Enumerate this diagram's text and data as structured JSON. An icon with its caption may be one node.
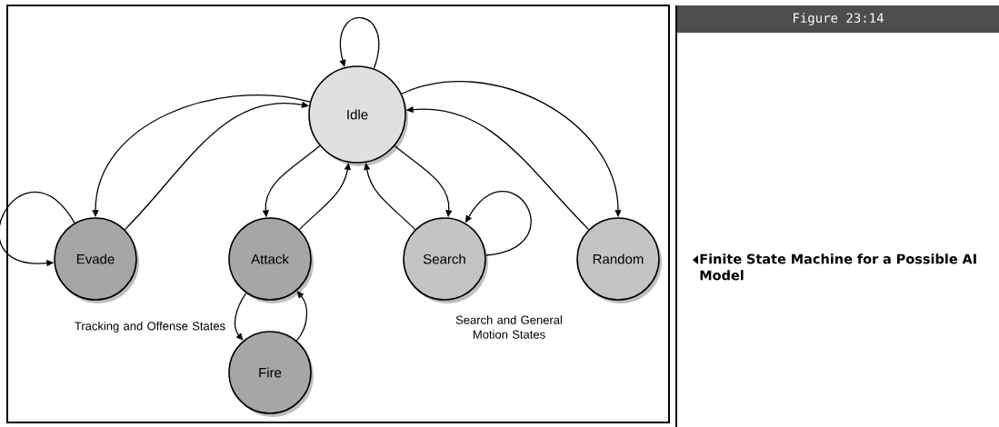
{
  "diagram": {
    "title": "Figure 23:14",
    "caption": "Finite State Machine for a Possible AI Model",
    "nodes": [
      {
        "text": [
          "Idle"
        ]
      },
      {
        "text": [
          "Evade"
        ]
      },
      {
        "text": [
          "Attack"
        ]
      },
      {
        "text": [
          "Search"
        ]
      },
      {
        "text": [
          "Random"
        ]
      },
      {
        "text": [
          "Fire"
        ]
      }
    ],
    "edges": [
      {
        "from": 0,
        "to": 0,
        "arrow": "to"
      },
      {
        "from": 0,
        "to": 1,
        "arrow": "to"
      },
      {
        "from": 1,
        "to": 0,
        "arrow": "to"
      },
      {
        "from": 1,
        "to": 1,
        "arrow": "to"
      },
      {
        "from": 0,
        "to": 2,
        "arrow": "to"
      },
      {
        "from": 2,
        "to": 0,
        "arrow": "to"
      },
      {
        "from": 0,
        "to": 3,
        "arrow": "to"
      },
      {
        "from": 3,
        "to": 0,
        "arrow": "to"
      },
      {
        "from": 3,
        "to": 3,
        "arrow": "to"
      },
      {
        "from": 0,
        "to": 4,
        "arrow": "to"
      },
      {
        "from": 4,
        "to": 0,
        "arrow": "to"
      },
      {
        "from": 2,
        "to": 5,
        "arrow": "to"
      },
      {
        "from": 5,
        "to": 2,
        "arrow": "to"
      }
    ],
    "labels": [
      "Tracking and Offense States",
      "Search and General Motion States"
    ]
  }
}
